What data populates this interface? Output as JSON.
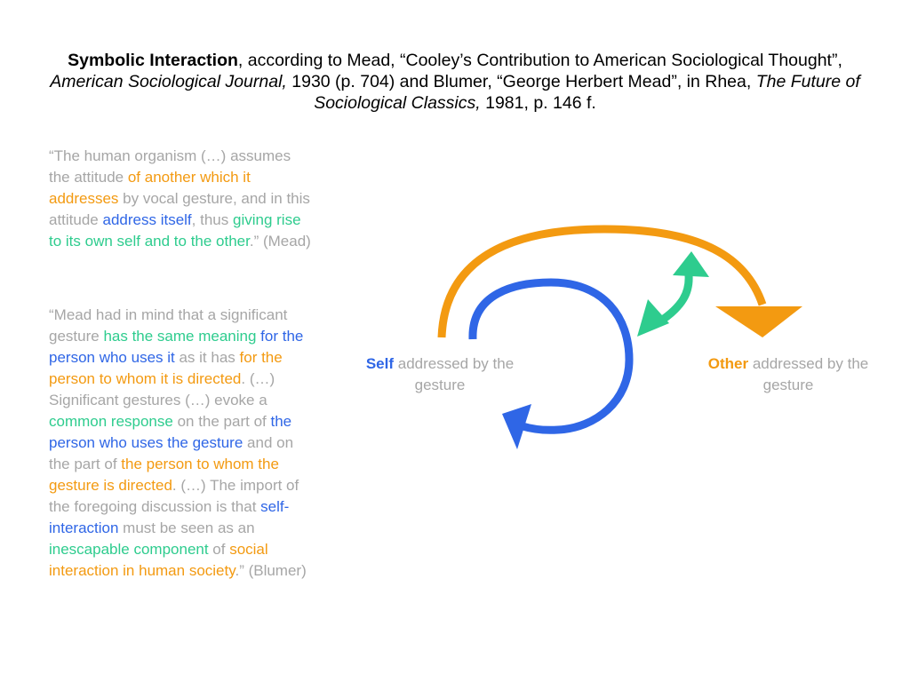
{
  "title": {
    "t1": "Symbolic Interaction",
    "t2": ", according to Mead, “Cooley’s Contribution to American Sociological Thought”, ",
    "t3": "American Sociological Journal,",
    "t4": " 1930 (p. 704) and Blumer, “George Herbert Mead”, in Rhea, ",
    "t5": "The Future of Sociological Classics,",
    "t6": " 1981, p. 146 f."
  },
  "quote_mead": [
    {
      "text": "“The human organism (…) assumes the attitude ",
      "tone": "gray"
    },
    {
      "text": "of another which it addresses",
      "tone": "orange"
    },
    {
      "text": " by vocal gesture, and in this attitude ",
      "tone": "gray"
    },
    {
      "text": "address itself",
      "tone": "blue"
    },
    {
      "text": ", thus ",
      "tone": "gray"
    },
    {
      "text": "giving rise to its own self and to the other",
      "tone": "green"
    },
    {
      "text": ".” (Mead)",
      "tone": "gray"
    }
  ],
  "quote_blumer": [
    {
      "text": "“Mead had in mind that a significant gesture ",
      "tone": "gray"
    },
    {
      "text": "has the same meaning",
      "tone": "green"
    },
    {
      "text": " ",
      "tone": "gray"
    },
    {
      "text": "for the person who uses it",
      "tone": "blue"
    },
    {
      "text": " as it has ",
      "tone": "gray"
    },
    {
      "text": "for the person to whom it is directed",
      "tone": "orange"
    },
    {
      "text": ". (…) Significant gestures (…) evoke a ",
      "tone": "gray"
    },
    {
      "text": "common response",
      "tone": "green"
    },
    {
      "text": " on the part of ",
      "tone": "gray"
    },
    {
      "text": "the person who uses the gesture",
      "tone": "blue"
    },
    {
      "text": " and on the part of ",
      "tone": "gray"
    },
    {
      "text": "the person to whom the gesture is directed",
      "tone": "orange"
    },
    {
      "text": ". (…) The import of the foregoing discussion is that ",
      "tone": "gray"
    },
    {
      "text": "self-interaction",
      "tone": "blue"
    },
    {
      "text": " must be seen as an ",
      "tone": "gray"
    },
    {
      "text": "inescapable component",
      "tone": "green"
    },
    {
      "text": " of ",
      "tone": "gray"
    },
    {
      "text": "social interaction in human society",
      "tone": "orange"
    },
    {
      "text": ".” (Blumer)",
      "tone": "gray"
    }
  ],
  "diagram": {
    "self_keyword": "Self",
    "self_rest": " addressed by the gesture",
    "other_keyword": "Other",
    "other_rest": " addressed by the gesture"
  },
  "colors": {
    "gray": "#a6a6a6",
    "orange": "#f39a11",
    "blue": "#2f66e6",
    "green": "#2ecc8e"
  }
}
